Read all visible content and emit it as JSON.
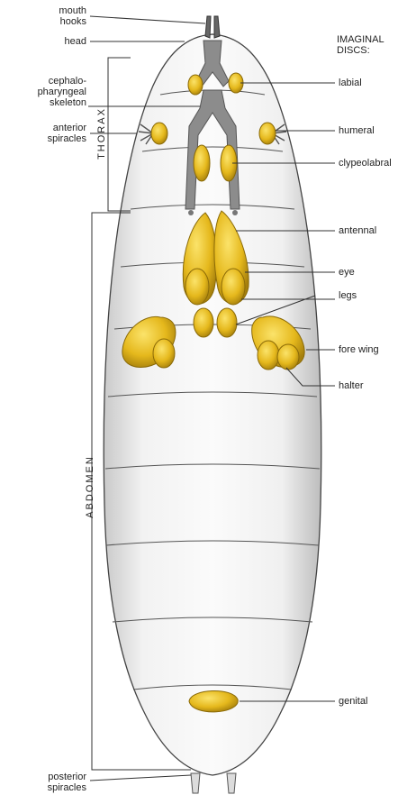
{
  "labels_left": {
    "mouth_hooks": [
      "mouth",
      "hooks"
    ],
    "head": "head",
    "cephalopharyngeal": [
      "cephalo-",
      "pharyngeal",
      "skeleton"
    ],
    "anterior_spiracles": [
      "anterior",
      "spiracles"
    ],
    "posterior_spiracles": [
      "posterior",
      "spiracles"
    ]
  },
  "labels_right": {
    "imaginal_discs": [
      "IMAGINAL",
      "DISCS:"
    ],
    "labial": "labial",
    "humeral": "humeral",
    "clypeolabral": "clypeolabral",
    "antennal": "antennal",
    "eye": "eye",
    "legs": "legs",
    "fore_wing": "fore wing",
    "halter": "halter",
    "genital": "genital"
  },
  "regions": {
    "thorax": "THORAX",
    "abdomen": "ABDOMEN"
  },
  "colors": {
    "disc": "#e5b81c",
    "disc_dark": "#a57f0c",
    "body": "#eeeeee",
    "skeleton": "#8c8c8c",
    "line": "#333333"
  }
}
